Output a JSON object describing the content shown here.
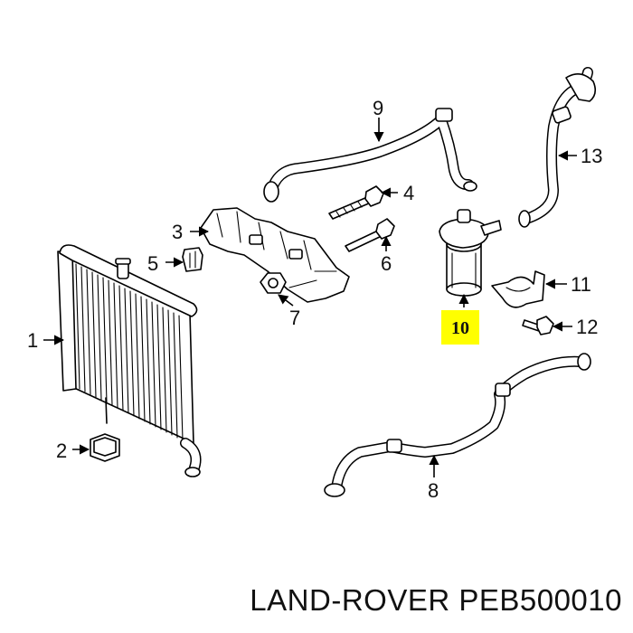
{
  "callouts": {
    "c1": "1",
    "c2": "2",
    "c3": "3",
    "c4": "4",
    "c5": "5",
    "c6": "6",
    "c7": "7",
    "c8": "8",
    "c9": "9",
    "c10": "10",
    "c11": "11",
    "c12": "12",
    "c13": "13"
  },
  "highlight_color": "#ffff00",
  "footer": {
    "label": "LAND-ROVER PEB500010"
  }
}
